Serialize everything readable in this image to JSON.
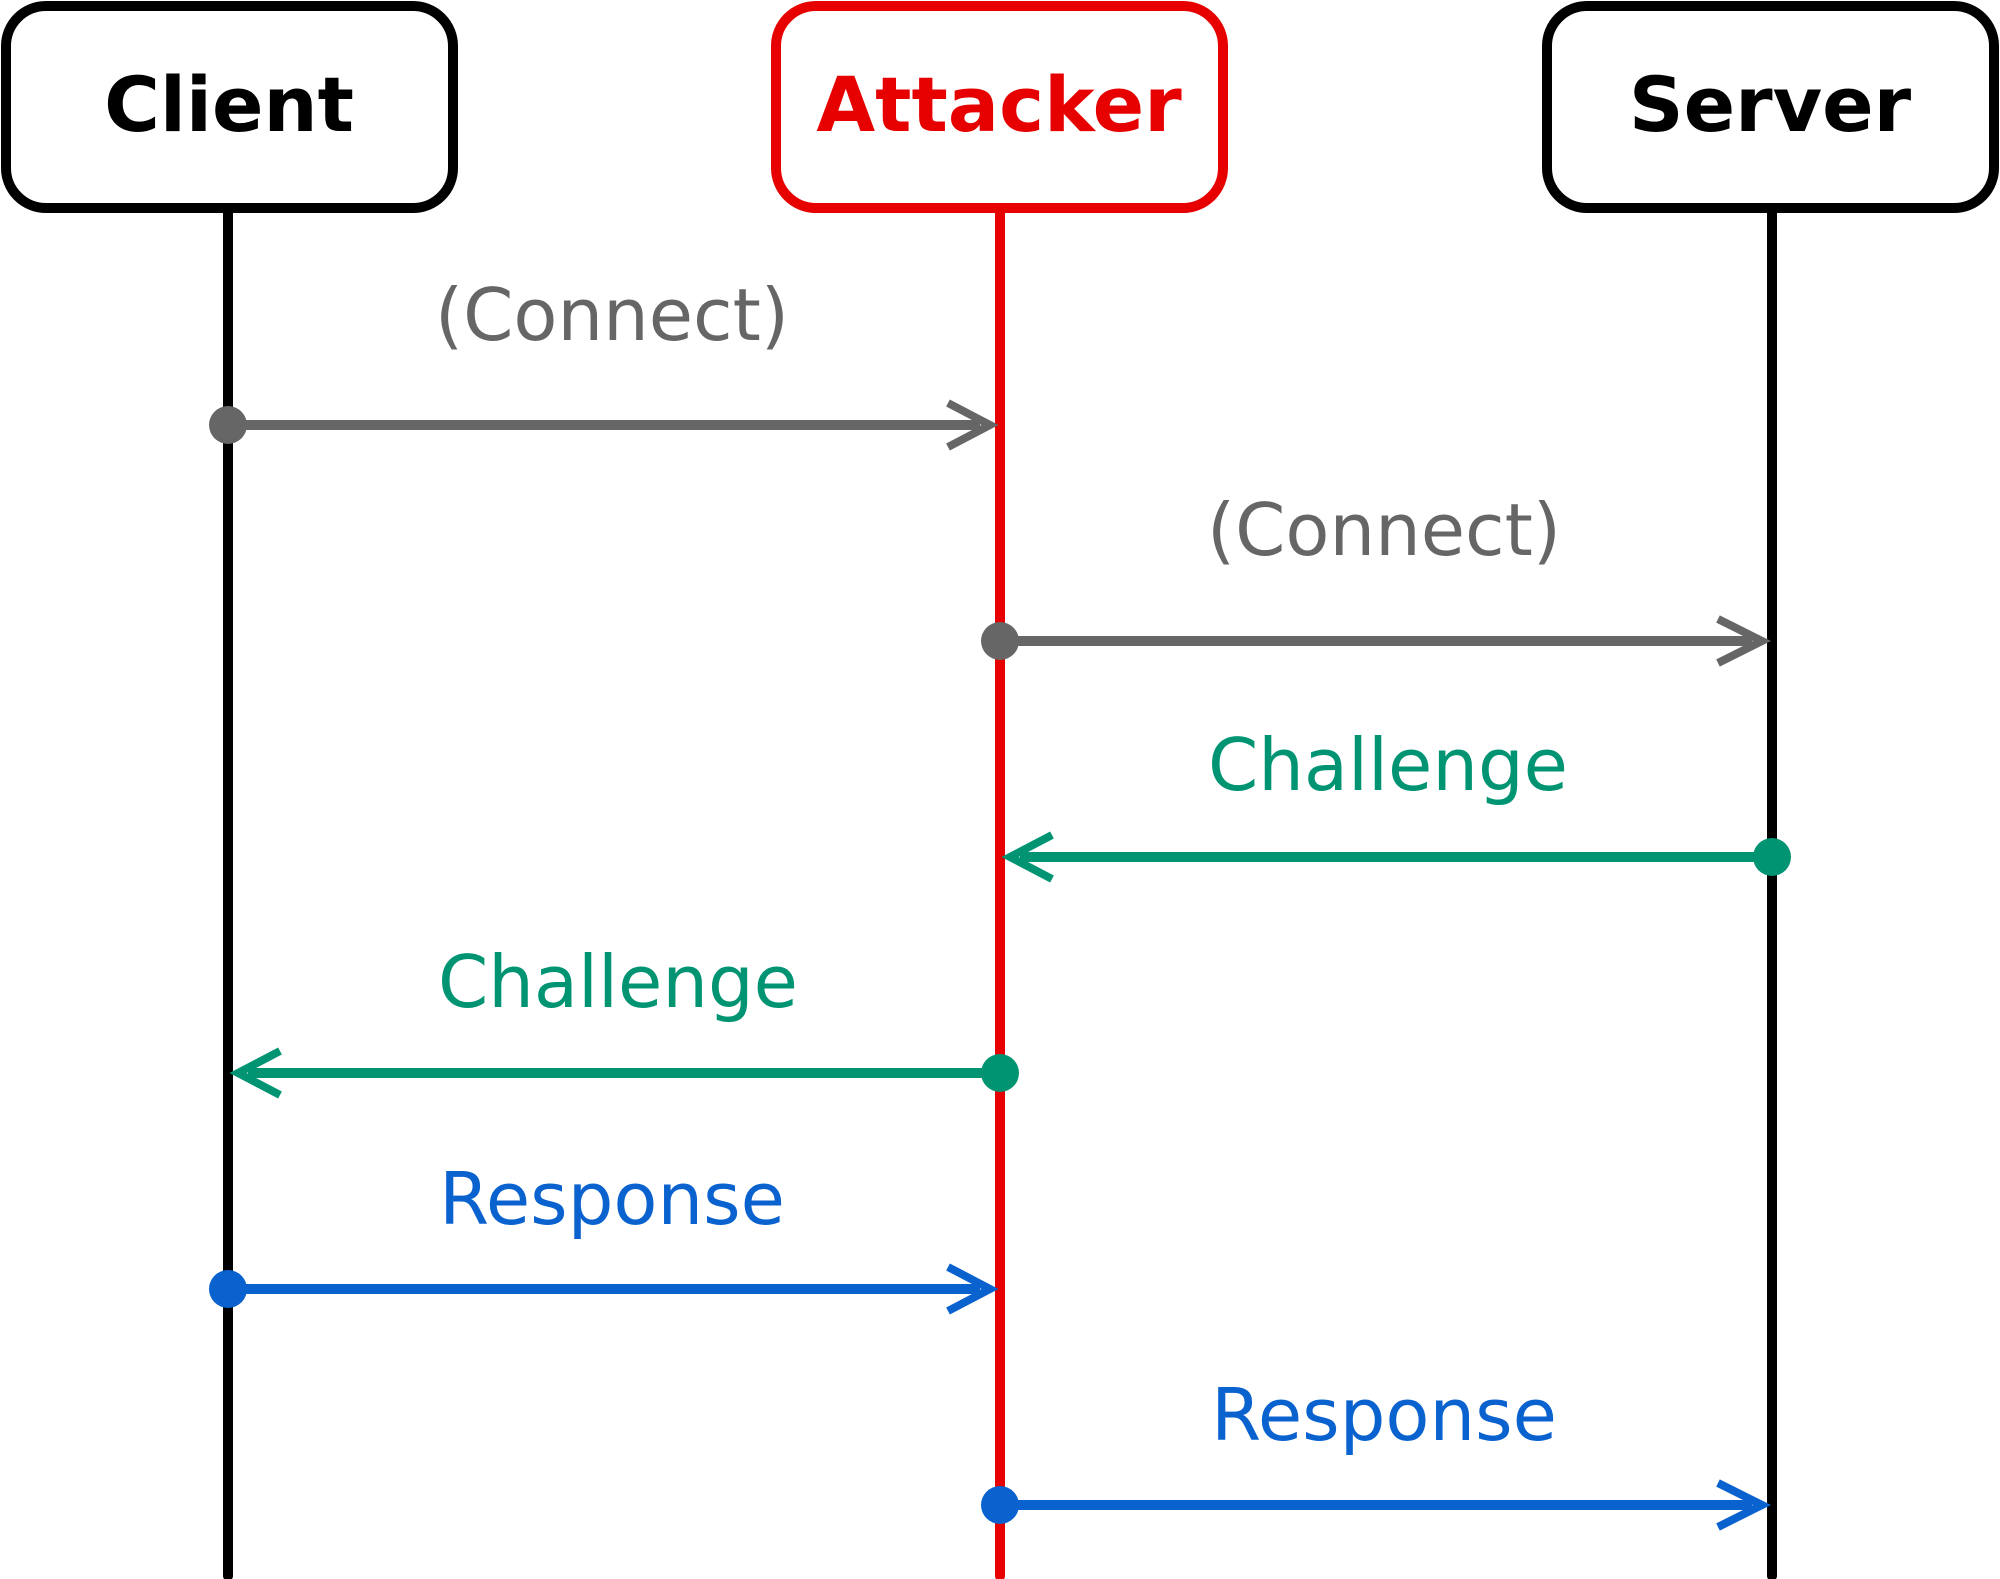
{
  "participants": [
    {
      "id": "client",
      "label": "Client",
      "color": "#000000"
    },
    {
      "id": "attacker",
      "label": "Attacker",
      "color": "#e60000"
    },
    {
      "id": "server",
      "label": "Server",
      "color": "#000000"
    }
  ],
  "messages": [
    {
      "from": "client",
      "to": "attacker",
      "label": "(Connect)",
      "color": "#666666"
    },
    {
      "from": "attacker",
      "to": "server",
      "label": "(Connect)",
      "color": "#666666"
    },
    {
      "from": "server",
      "to": "attacker",
      "label": "Challenge",
      "color": "#009473"
    },
    {
      "from": "attacker",
      "to": "client",
      "label": "Challenge",
      "color": "#009473"
    },
    {
      "from": "client",
      "to": "attacker",
      "label": "Response",
      "color": "#0a62cf"
    },
    {
      "from": "attacker",
      "to": "server",
      "label": "Response",
      "color": "#0a62cf"
    }
  ]
}
